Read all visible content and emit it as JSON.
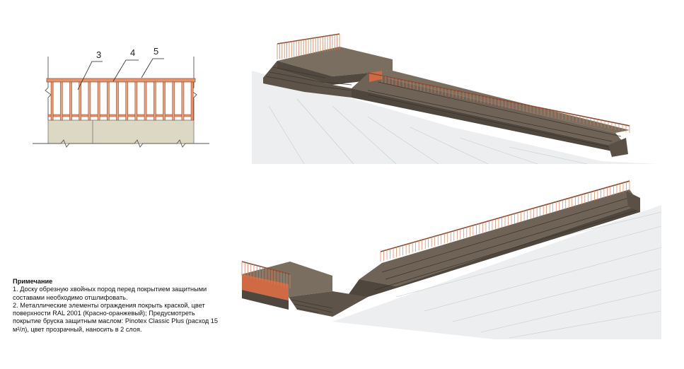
{
  "callouts": {
    "c3": "3",
    "c4": "4",
    "c5": "5"
  },
  "note": {
    "title": "Примечание",
    "item1": "1. Доску обрезную хвойных пород перед покрытием защитными составами необходимо отшлифовать.",
    "item2": "2. Металлические элементы ограждения покрыть краской, цвет поверхности RAL 2001 (Красно-оранжевый); Предусмотреть покрытие бруска защитным маслом: Pinotex Classic Plus (расход 15 м²/л), цвет прозрачный, наносить в 2 слоя."
  },
  "colors": {
    "railing_metal": "#d9805a",
    "deck_wood": "#6e6356",
    "deck_wood_dark": "#4f463d",
    "slope": "#eceeef",
    "foundation": "#ddd8c3",
    "orange_panel": "#cf6a45"
  }
}
